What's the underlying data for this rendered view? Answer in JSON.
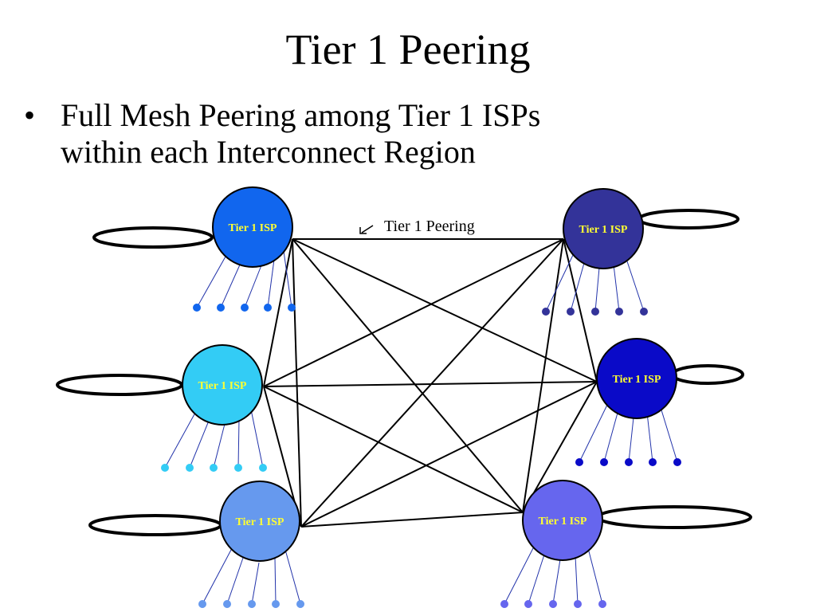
{
  "title": "Tier 1 Peering",
  "bullets": [
    {
      "lines": [
        "Full Mesh Peering among Tier 1 ISPs",
        "within each Interconnect Region"
      ]
    }
  ],
  "diagram": {
    "edge_label": "Tier 1 Peering",
    "label_color": "#ffff33",
    "nodes": [
      {
        "id": "tl",
        "label": "Tier 1 ISP",
        "color": "#1166ee"
      },
      {
        "id": "ml",
        "label": "Tier 1 ISP",
        "color": "#33ccf5"
      },
      {
        "id": "bl",
        "label": "Tier 1 ISP",
        "color": "#6699ee"
      },
      {
        "id": "tr",
        "label": "Tier 1 ISP",
        "color": "#333399"
      },
      {
        "id": "mr",
        "label": "Tier 1 ISP",
        "color": "#0a0ac8"
      },
      {
        "id": "br",
        "label": "Tier 1 ISP",
        "color": "#6666ee"
      }
    ],
    "topology": "full-mesh"
  }
}
